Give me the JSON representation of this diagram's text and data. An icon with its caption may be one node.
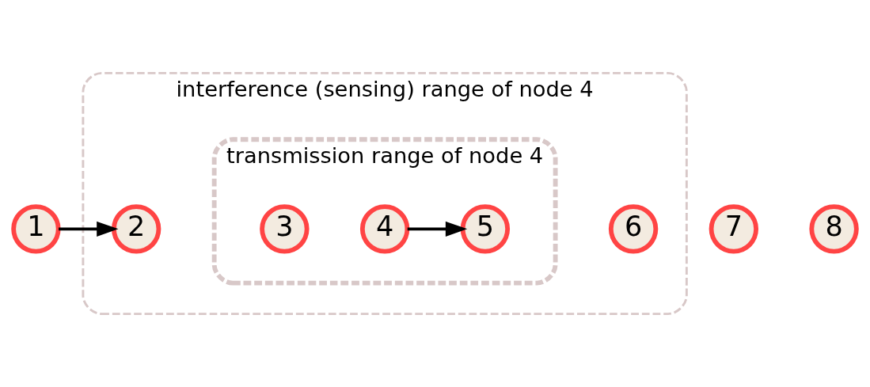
{
  "diagram": {
    "nodes": [
      {
        "text": [
          "interference (sensing) range of node 4"
        ]
      },
      {
        "text": [
          "transmission range of node 4"
        ],
        "in": 0
      },
      {
        "text": [
          "1"
        ]
      },
      {
        "text": [
          "2"
        ],
        "in": 0
      },
      {
        "text": [
          "3"
        ],
        "in": 1
      },
      {
        "text": [
          "4"
        ],
        "in": 1
      },
      {
        "text": [
          "5"
        ],
        "in": 1
      },
      {
        "text": [
          "6"
        ],
        "in": 0
      },
      {
        "text": [
          "7"
        ]
      },
      {
        "text": [
          "8"
        ]
      }
    ],
    "edges": [
      {
        "from": 2,
        "to": 3,
        "arrow": "to"
      },
      {
        "from": 5,
        "to": 6,
        "arrow": "to"
      }
    ]
  }
}
